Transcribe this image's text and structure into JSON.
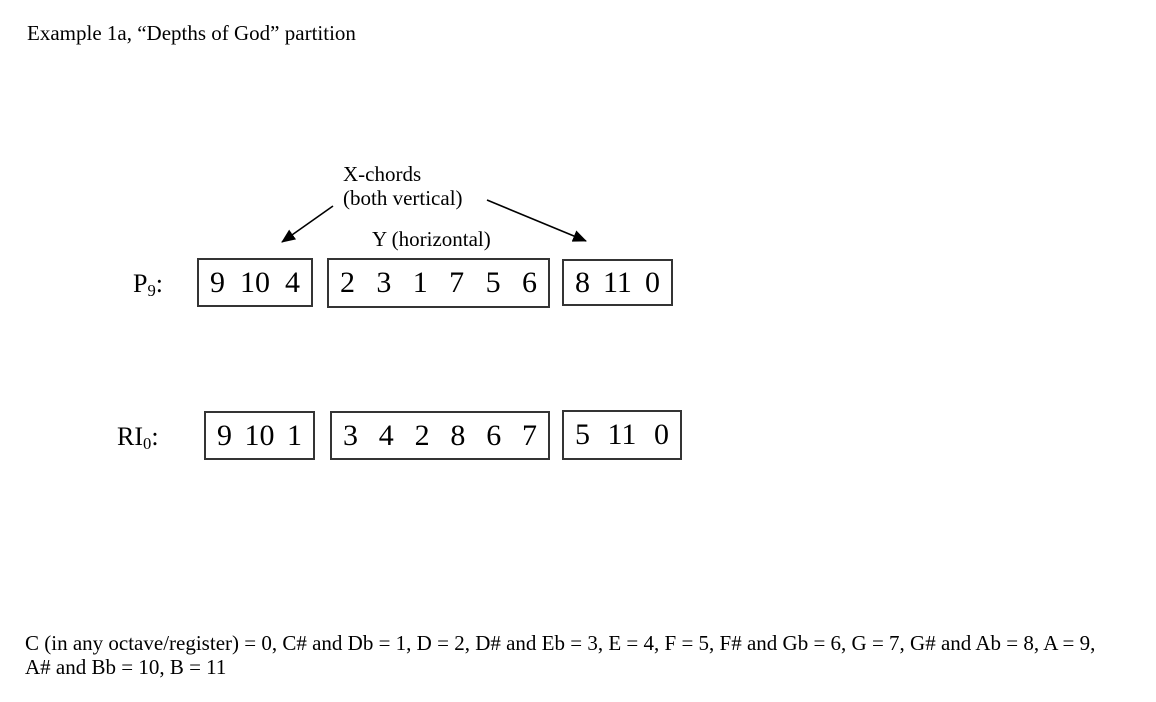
{
  "title": "Example 1a, “Depths of God” partition",
  "colors": {
    "background": "#ffffff",
    "text": "#000000",
    "box_border": "#343434"
  },
  "diagram": {
    "x_chords_label": {
      "line1": "X-chords",
      "line2": "(both vertical)"
    },
    "y_label": "Y (horizontal)",
    "icons": [
      {
        "name": "x-chord-arrow-left-icon"
      },
      {
        "name": "x-chord-arrow-right-icon"
      }
    ],
    "rows": [
      {
        "label_base": "P",
        "label_subscript": "9",
        "label_separator": ":",
        "boxes": [
          {
            "values": [
              "9",
              "10",
              "4"
            ]
          },
          {
            "values": [
              "2",
              "3",
              "1",
              "7",
              "5",
              "6"
            ]
          },
          {
            "values": [
              "8",
              "11",
              "0"
            ]
          }
        ]
      },
      {
        "label_base": "RI",
        "label_subscript": "0",
        "label_separator": ":",
        "boxes": [
          {
            "values": [
              "9",
              "10",
              "1"
            ]
          },
          {
            "values": [
              "3",
              "4",
              "2",
              "8",
              "6",
              "7"
            ]
          },
          {
            "values": [
              "5",
              "11",
              "0"
            ]
          }
        ]
      }
    ]
  },
  "footnote": {
    "line1": "C (in any octave/register) = 0, C# and Db = 1, D = 2, D# and Eb = 3, E = 4, F = 5, F# and Gb = 6, G = 7, G# and Ab = 8, A = 9,",
    "line2": "A# and Bb = 10, B = 11"
  }
}
